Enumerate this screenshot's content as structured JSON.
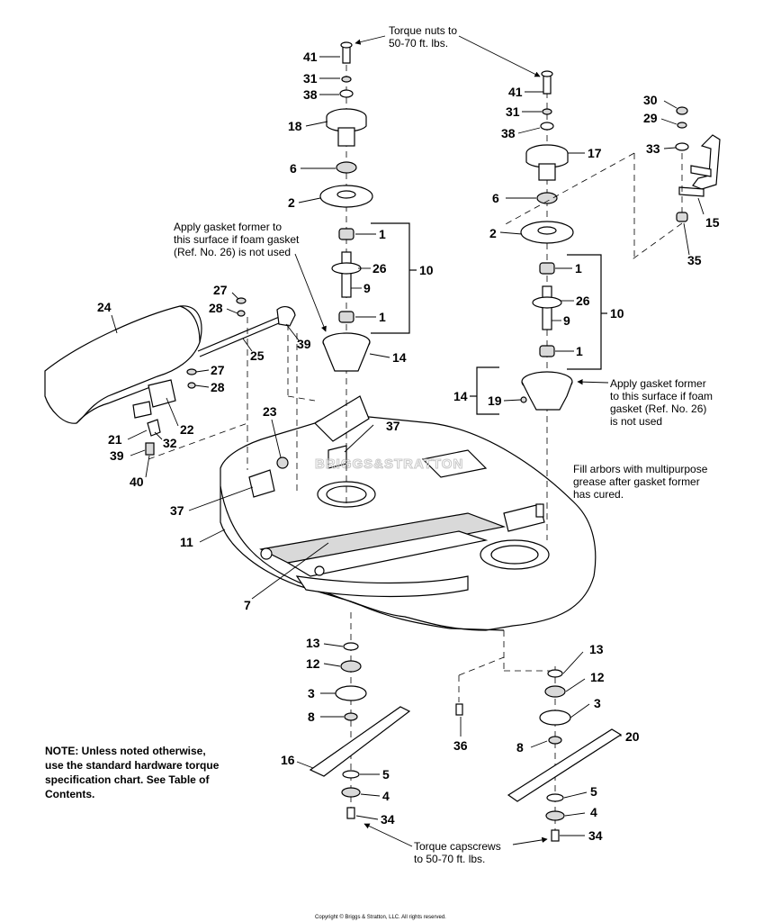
{
  "diagram": {
    "notes": {
      "torque_nuts": [
        "Torque nuts to",
        "50-70 ft. lbs."
      ],
      "gasket_left": [
        "Apply gasket former to",
        "this surface if foam gasket",
        "(Ref. No. 26) is not used"
      ],
      "gasket_right": [
        "Apply gasket former",
        "to this surface if foam",
        "gasket (Ref. No. 26)",
        "is not used"
      ],
      "fill_arbors": [
        "Fill arbors with multipurpose",
        "grease after gasket former",
        "has cured."
      ],
      "hardware_note": [
        "NOTE: Unless noted otherwise,",
        "use the standard hardware torque",
        "specification chart. See Table of",
        "Contents."
      ],
      "torque_capscrews": [
        "Torque capscrews",
        "to 50-70 ft. lbs."
      ]
    },
    "watermark": "BRIGGS&STRATTON",
    "copyright": "Copyright © Briggs & Stratton, LLC. All rights reserved.",
    "callouts": {
      "c41a": "41",
      "c31a": "31",
      "c38a": "38",
      "c18": "18",
      "c6a": "6",
      "c2a": "2",
      "c1a": "1",
      "c26a": "26",
      "c9a": "9",
      "c10a": "10",
      "c1b": "1",
      "c14a": "14",
      "c41b": "41",
      "c31b": "31",
      "c38b": "38",
      "c17": "17",
      "c6b": "6",
      "c2b": "2",
      "c1c": "1",
      "c26b": "26",
      "c9b": "9",
      "c10b": "10",
      "c1d": "1",
      "c14b": "14",
      "c19": "19",
      "c30": "30",
      "c29": "29",
      "c33": "33",
      "c15": "15",
      "c35": "35",
      "c24": "24",
      "c27a": "27",
      "c28a": "28",
      "c39a": "39",
      "c25": "25",
      "c27b": "27",
      "c28b": "28",
      "c22": "22",
      "c21": "21",
      "c32": "32",
      "c39b": "39",
      "c40": "40",
      "c23": "23",
      "c37a": "37",
      "c37b": "37",
      "c11": "11",
      "c7": "7",
      "c13a": "13",
      "c12a": "12",
      "c3a": "3",
      "c8a": "8",
      "c16": "16",
      "c5a": "5",
      "c4a": "4",
      "c34a": "34",
      "c36": "36",
      "c13b": "13",
      "c12b": "12",
      "c3b": "3",
      "c20": "20",
      "c8b": "8",
      "c5b": "5",
      "c4b": "4",
      "c34b": "34"
    }
  }
}
